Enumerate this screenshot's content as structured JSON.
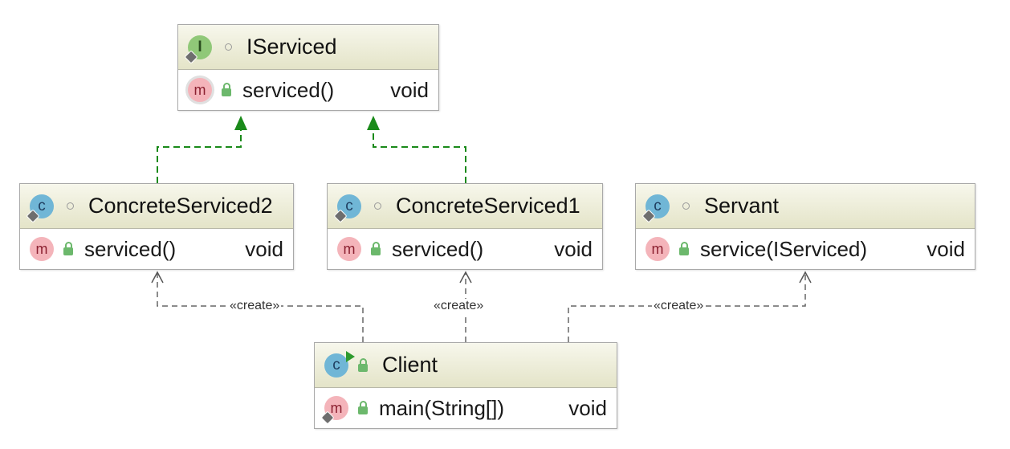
{
  "classes": {
    "iserviced": {
      "kind_icon": "interface-icon",
      "kind_letter": "I",
      "name": "IServiced",
      "method": {
        "name": "serviced()",
        "type": "void"
      }
    },
    "concrete2": {
      "kind_icon": "class-icon",
      "kind_letter": "c",
      "name": "ConcreteServiced2",
      "method": {
        "name": "serviced()",
        "type": "void"
      }
    },
    "concrete1": {
      "kind_icon": "class-icon",
      "kind_letter": "c",
      "name": "ConcreteServiced1",
      "method": {
        "name": "serviced()",
        "type": "void"
      }
    },
    "servant": {
      "kind_icon": "class-icon",
      "kind_letter": "c",
      "name": "Servant",
      "method": {
        "name": "service(IServiced)",
        "type": "void"
      }
    },
    "client": {
      "kind_icon": "runnable-class-icon",
      "kind_letter": "c",
      "name": "Client",
      "method": {
        "name": "main(String[])",
        "type": "void"
      }
    }
  },
  "method_letter": "m",
  "relations": {
    "create_label": "«create»"
  },
  "colors": {
    "realization": "#1a8a1a",
    "dependency": "#666666",
    "header_bg": "#ededd9"
  }
}
